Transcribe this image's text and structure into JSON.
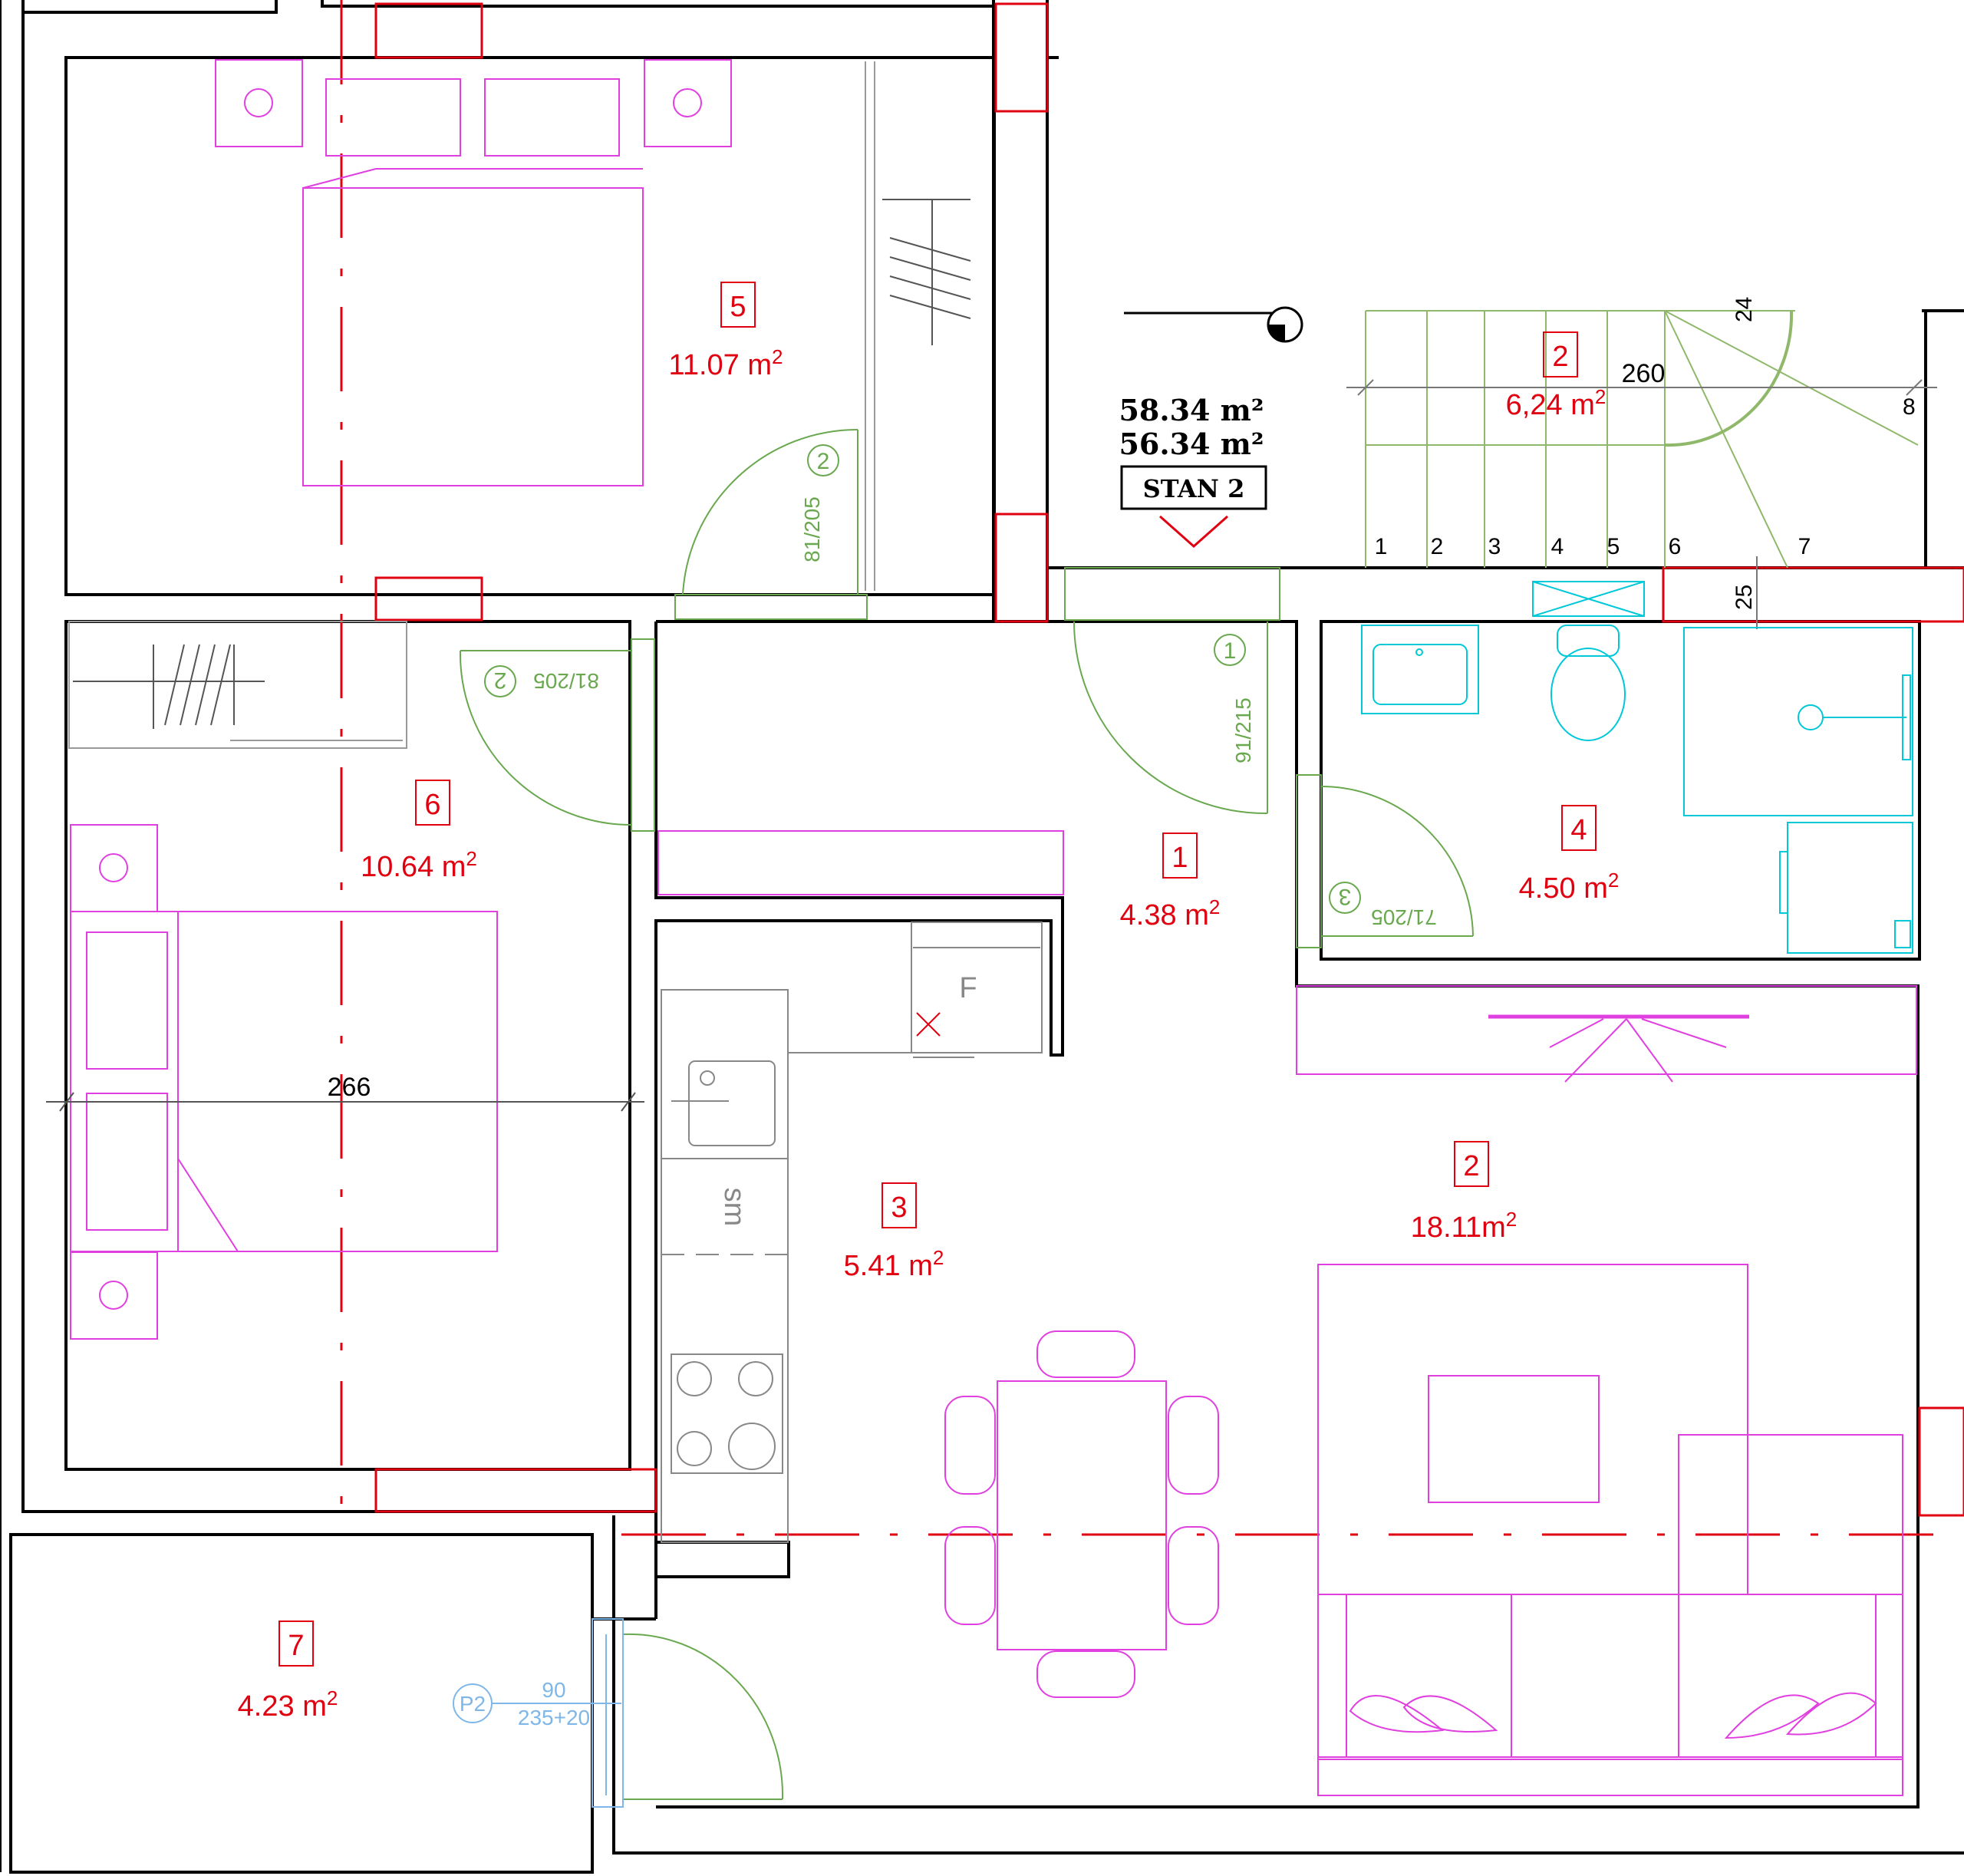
{
  "apartment": {
    "area_gross": "58.34 m²",
    "area_net": "56.34 m²",
    "label": "STAN 2"
  },
  "rooms": [
    {
      "number": "5",
      "area": "11.07 m",
      "sup": "2"
    },
    {
      "number": "6",
      "area": "10.64 m",
      "sup": "2"
    },
    {
      "number": "1",
      "area": "4.38 m",
      "sup": "2"
    },
    {
      "number": "4",
      "area": "4.50 m",
      "sup": "2"
    },
    {
      "number": "3",
      "area": "5.41 m",
      "sup": "2"
    },
    {
      "number": "2",
      "area": "18.11m",
      "sup": "2"
    },
    {
      "number": "7",
      "area": "4.23 m",
      "sup": "2"
    },
    {
      "number": "2",
      "area": "6,24 m",
      "sup": "2"
    }
  ],
  "doors": {
    "d_entry": {
      "tag": "1",
      "size": "91/215"
    },
    "d_room5": {
      "tag": "2",
      "size": "81/205"
    },
    "d_room6": {
      "tag": "2",
      "size": "81/205"
    },
    "d_bath": {
      "tag": "3",
      "size": "71/205"
    }
  },
  "balcony_door": {
    "tag": "P2",
    "width": "90",
    "height": "235+20"
  },
  "dimensions": {
    "room6_width": "266",
    "stair_length": "260",
    "stair_top": "24",
    "stair_right": "8",
    "wall_25": "25"
  },
  "stair_steps": [
    "1",
    "2",
    "3",
    "4",
    "5",
    "6",
    "7"
  ],
  "kitchen_marks": {
    "fridge": "F",
    "dishwasher": "sm"
  },
  "colors": {
    "wall": "#000000",
    "room_label": "#e0000f",
    "furniture": "#e040e0",
    "door": "#6aa84f",
    "plumbing": "#00c8d8",
    "balcony_door": "#7fb8e8"
  }
}
